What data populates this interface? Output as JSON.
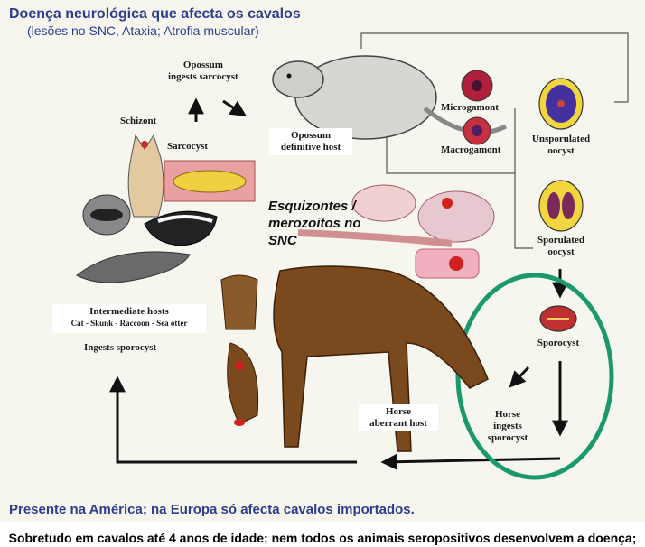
{
  "header": {
    "title": "Doença neurológica que afecta os cavalos",
    "subtitle": "(lesões no SNC, Ataxia; Atrofia muscular)"
  },
  "cycle": {
    "opossum_ingests": [
      "Opossum",
      "ingests  sarcocyst"
    ],
    "opossum_host": [
      "Opossum",
      "definitive host"
    ],
    "microgamont": "Microgamont",
    "macrogamont": "Macrogamont",
    "unsporulated": [
      "Unsporulated",
      "oocyst"
    ],
    "sporulated": [
      "Sporulated",
      "oocyst"
    ],
    "sporocyst": "Sporocyst",
    "horse_ingests": [
      "Horse",
      "ingests",
      "sporocyst"
    ],
    "horse_aberrant": [
      "Horse",
      "aberrant host"
    ],
    "schizont": "Schizont",
    "sarcocyst": "Sarcocyst",
    "intermediate_title": "Intermediate hosts",
    "intermediate_list": "Cat - Skunk - Raccoon - Sea otter",
    "ingests_sporocyst": "Ingests  sporocyst"
  },
  "snc_note": [
    "Esquizontes /",
    "merozoitos  no",
    "SNC"
  ],
  "footer": {
    "america": "Presente na América; na Europa só afecta cavalos importados.",
    "age": "Sobretudo em cavalos até 4 anos de idade; nem todos os animais seropositivos desenvolvem a doença;"
  },
  "colors": {
    "title_blue": "#2c3e8c",
    "highlight_circle": "#1a9a6c",
    "arrow": "#111111"
  }
}
